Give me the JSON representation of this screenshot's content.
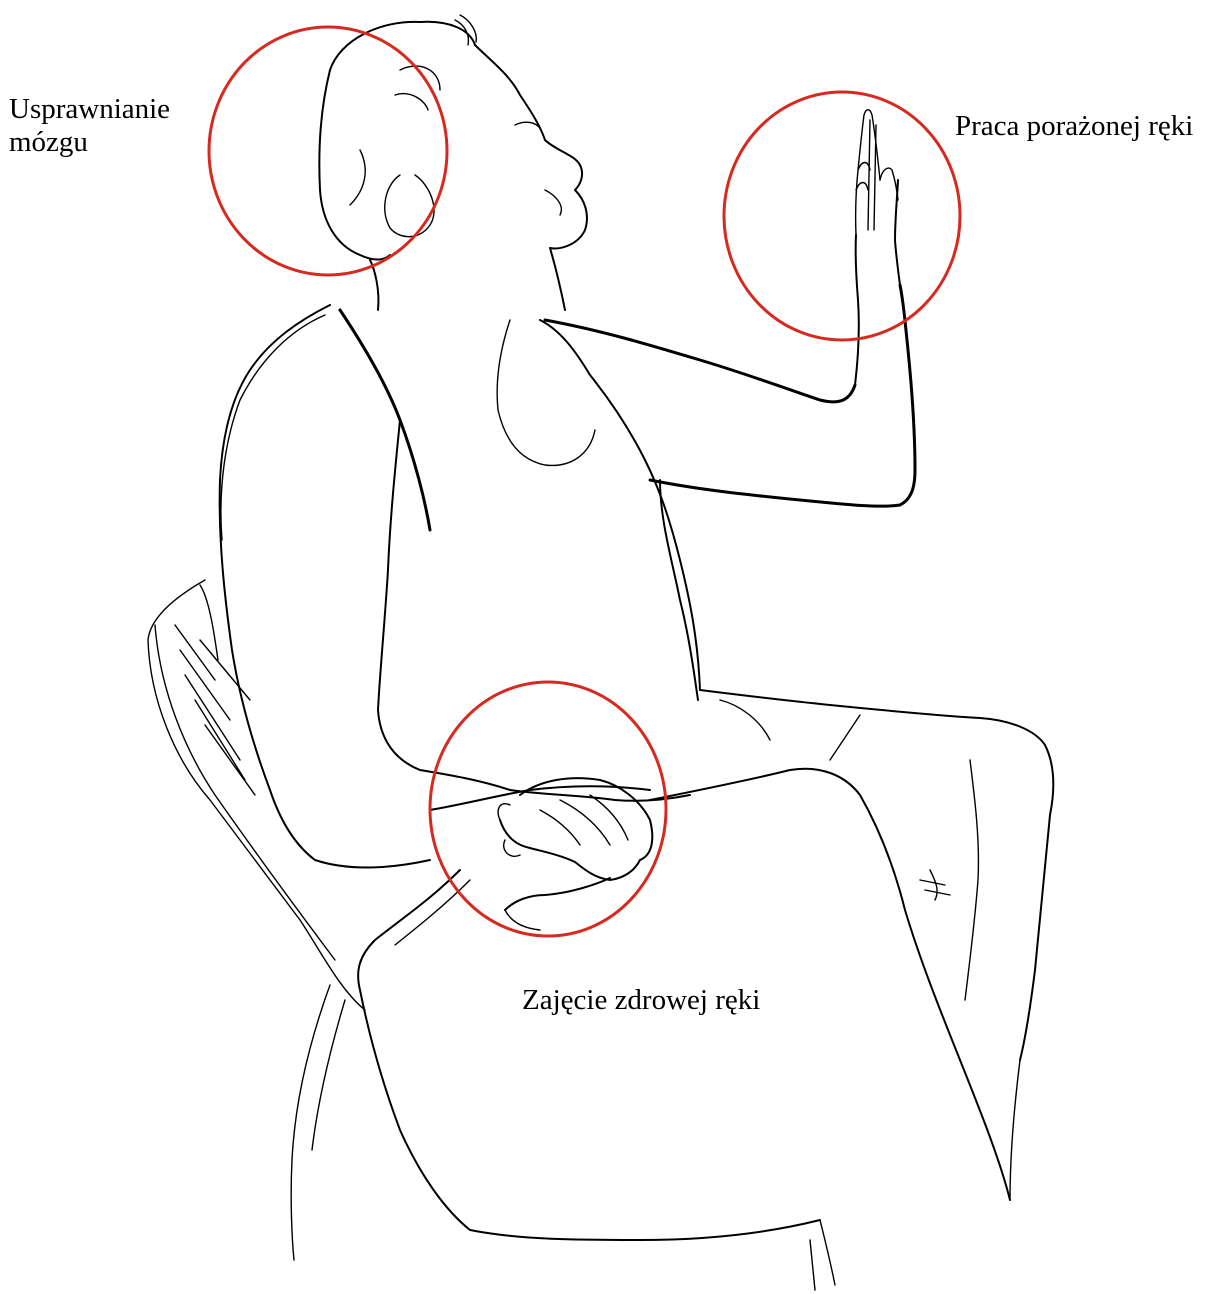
{
  "labels": {
    "brain": [
      "Usprawnianie",
      "mózgu"
    ],
    "affected_hand": "Praca porażonej ręki",
    "healthy_hand": "Zajęcie zdrowej ręki"
  },
  "colors": {
    "highlight_circle": "#d62a20",
    "sketch_line": "#000000",
    "background": "#ffffff"
  }
}
